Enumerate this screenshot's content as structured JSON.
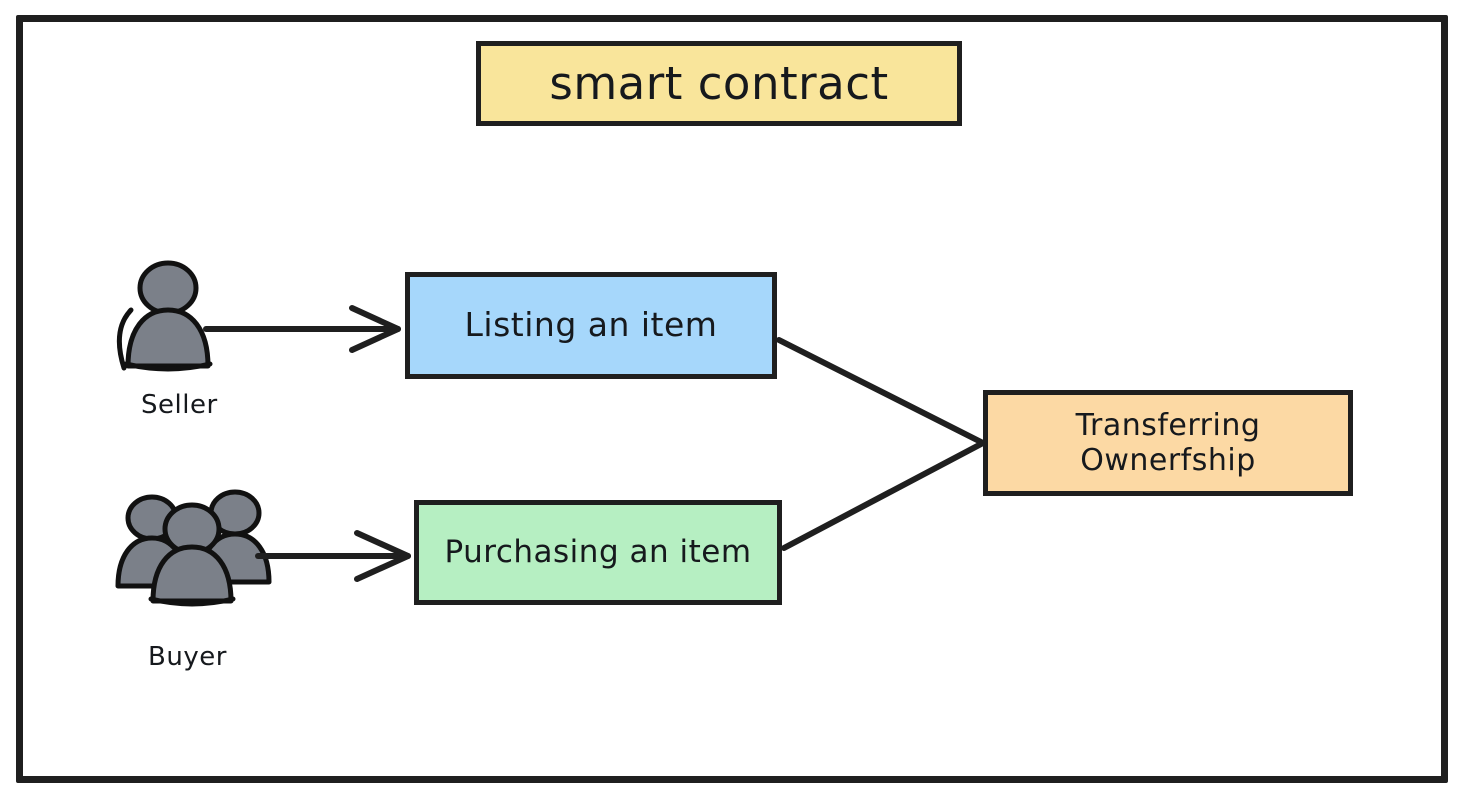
{
  "diagram": {
    "title": "smart contract",
    "frame_color": "#1f1f1f",
    "nodes": {
      "listing": {
        "label": "Listing an item",
        "fill": "#a6d7fb"
      },
      "purchasing": {
        "label": "Purchasing an item",
        "fill": "#b6efc2"
      },
      "transfer": {
        "line1": "Transferring",
        "line2": "Ownerfship",
        "fill": "#fcd9a4"
      },
      "title_box": {
        "fill": "#f9e59b"
      }
    },
    "actors": [
      {
        "label": "Seller",
        "icon": "single-person-icon"
      },
      {
        "label": "Buyer",
        "icon": "people-group-icon"
      }
    ],
    "connectors": [
      {
        "from": "Seller",
        "to": "Listing an item",
        "style": "arrow"
      },
      {
        "from": "Buyer",
        "to": "Purchasing an item",
        "style": "arrow"
      },
      {
        "from": "Listing an item",
        "to": "Transferring Ownerfship",
        "style": "line"
      },
      {
        "from": "Purchasing an item",
        "to": "Transferring Ownerfship",
        "style": "line"
      }
    ]
  }
}
